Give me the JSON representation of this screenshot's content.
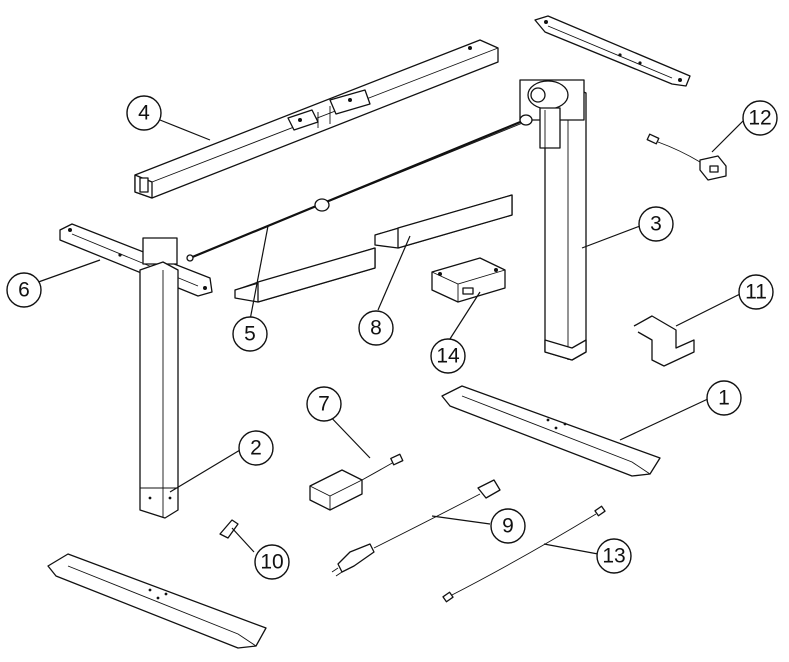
{
  "callouts": [
    {
      "id": "1",
      "label": "1"
    },
    {
      "id": "2",
      "label": "2"
    },
    {
      "id": "3",
      "label": "3"
    },
    {
      "id": "4",
      "label": "4"
    },
    {
      "id": "5",
      "label": "5"
    },
    {
      "id": "6",
      "label": "6"
    },
    {
      "id": "7",
      "label": "7"
    },
    {
      "id": "8",
      "label": "8"
    },
    {
      "id": "9",
      "label": "9"
    },
    {
      "id": "10",
      "label": "10"
    },
    {
      "id": "11",
      "label": "11"
    },
    {
      "id": "12",
      "label": "12"
    },
    {
      "id": "13",
      "label": "13"
    },
    {
      "id": "14",
      "label": "14"
    }
  ],
  "colors": {
    "line": "#111111",
    "background": "#ffffff"
  }
}
